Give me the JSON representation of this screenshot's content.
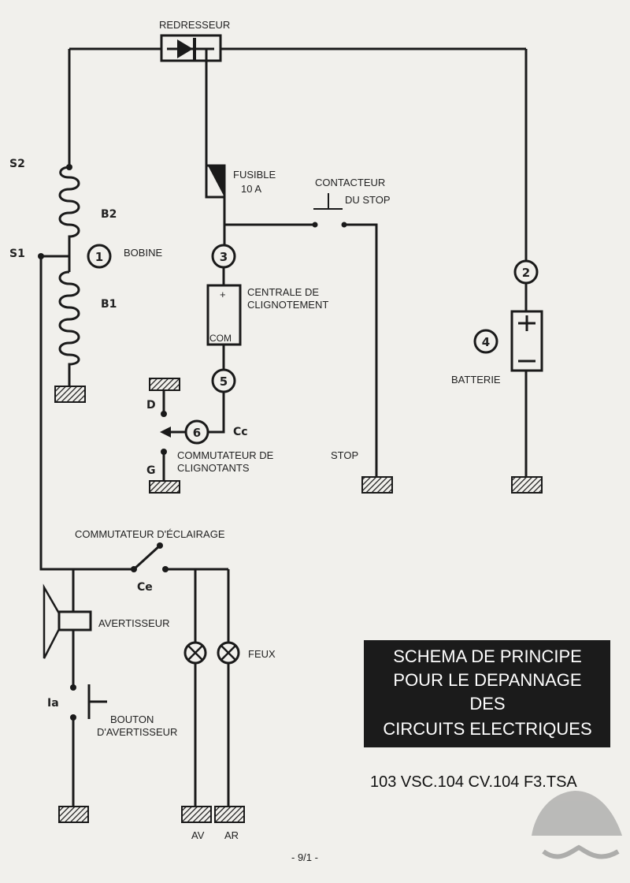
{
  "labels": {
    "redresseur": "REDRESSEUR",
    "s2": "S2",
    "s1": "S1",
    "b2": "B2",
    "b1": "B1",
    "bobine": "BOBINE",
    "fusible": "FUSIBLE",
    "fusible_rating": "10 A",
    "contacteur": "CONTACTEUR",
    "du_stop": "DU STOP",
    "centrale_1": "CENTRALE DE",
    "centrale_2": "CLIGNOTEMENT",
    "plus": "+",
    "com": "COM",
    "batterie": "BATTERIE",
    "d": "D",
    "g": "G",
    "cc": "Cc",
    "commutateur_clign_1": "COMMUTATEUR DE",
    "commutateur_clign_2": "CLIGNOTANTS",
    "stop": "STOP",
    "commutateur_eclairage": "COMMUTATEUR D'ÉCLAIRAGE",
    "ce": "Ce",
    "avertisseur": "AVERTISSEUR",
    "feux": "FEUX",
    "ia": "Ia",
    "bouton_1": "BOUTON",
    "bouton_2": "D'AVERTISSEUR",
    "av": "AV",
    "ar": "AR"
  },
  "component_numbers": {
    "bobine": "1",
    "batterie_fuse": "2",
    "centrale_in": "3",
    "batterie": "4",
    "centrale_out": "5",
    "commutateur": "6"
  },
  "title_box": [
    "SCHEMA DE PRINCIPE",
    "POUR LE DEPANNAGE",
    "DES",
    "CIRCUITS ELECTRIQUES"
  ],
  "models": "103 VSC.104 CV.104 F3.TSA",
  "page_number": "- 9/1 -",
  "colors": {
    "ink": "#1a1a1a",
    "paper": "#f1f0ec",
    "title_bg": "#1b1b1b"
  }
}
